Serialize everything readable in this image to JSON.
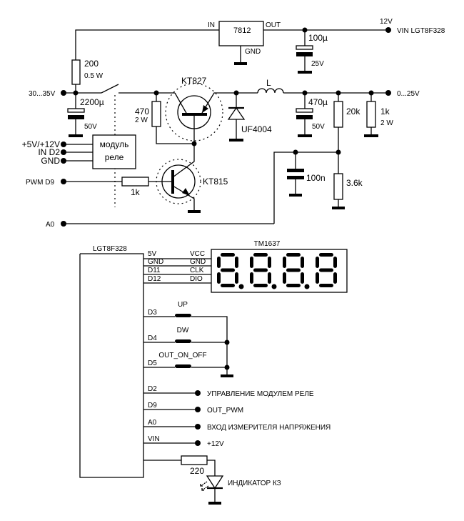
{
  "regulator": {
    "name": "7812",
    "pin_in": "IN",
    "pin_out": "OUT",
    "pin_gnd": "GND"
  },
  "inputs": {
    "supply": "30...35V",
    "relay_power": "+5V/+12V",
    "relay_in": "IN D2",
    "relay_gnd": "GND",
    "pwm": "PWM D9",
    "adc": "A0"
  },
  "outputs": {
    "vin_voltage": "12V",
    "vin_label": "VIN LGT8F328",
    "out_range": "0...25V"
  },
  "components": {
    "r_200": "200",
    "r_200_power": "0.5 W",
    "c_2200": "2200µ",
    "c_2200_voltage": "50V",
    "c_100u": "100µ",
    "c_100u_voltage": "25V",
    "r_470": "470",
    "r_470_power": "2 W",
    "q1": "KT827",
    "q2": "KT815",
    "diode": "UF4004",
    "inductor": "L",
    "c_470": "470µ",
    "c_470_voltage": "50V",
    "r_20k": "20k",
    "r_1k_load": "1k",
    "r_1k_load_power": "2 W",
    "r_1k_base": "1k",
    "c_100n": "100n",
    "r_36k": "3.6k",
    "relay_module_line1": "модуль",
    "relay_module_line2": "реле",
    "r_220": "220"
  },
  "mcu": {
    "name": "LGT8F328",
    "pins": [
      "5V",
      "GND",
      "D11",
      "D12",
      "D3",
      "D4",
      "D5",
      "D2",
      "D9",
      "A0",
      "VIN"
    ]
  },
  "display": {
    "name": "TM1637",
    "pins": [
      "VCC",
      "GND",
      "CLK",
      "DIO"
    ],
    "digits": 4,
    "decimal_points": 3
  },
  "buttons": [
    {
      "pin": "D3",
      "label": "UP"
    },
    {
      "pin": "D4",
      "label": "DW"
    },
    {
      "pin": "D5",
      "label": "OUT_ON_OFF"
    }
  ],
  "connections": [
    {
      "pin": "D2",
      "label": "УПРАВЛЕНИЕ МОДУЛЕМ РЕЛЕ"
    },
    {
      "pin": "D9",
      "label": "OUT_PWM"
    },
    {
      "pin": "A0",
      "label": "ВХОД ИЗМЕРИТЕЛЯ НАПРЯЖЕНИЯ"
    },
    {
      "pin": "VIN",
      "label": "+12V"
    }
  ],
  "indicator": {
    "label": "ИНДИКАТОР КЗ"
  }
}
